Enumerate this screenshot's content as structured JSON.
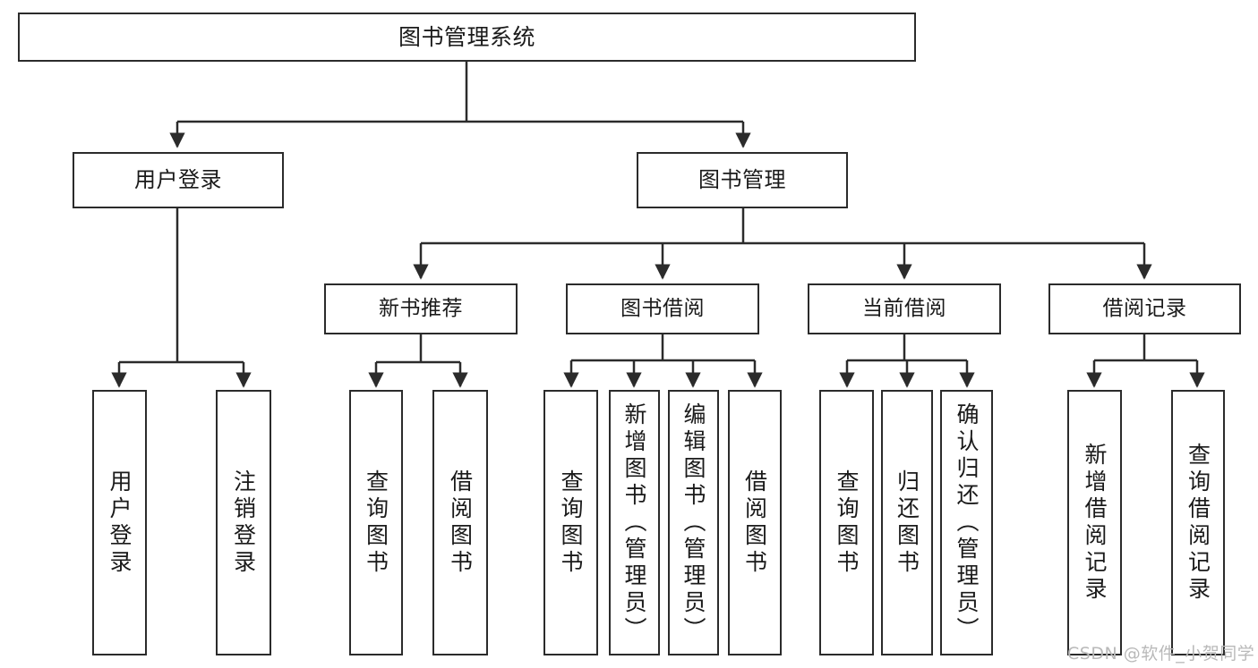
{
  "diagram": {
    "type": "tree-hierarchy",
    "title": "图书管理系统",
    "orientation": "top-down",
    "colors": {
      "box_border": "#2b2b2b",
      "box_fill": "#ffffff",
      "connector": "#2b2b2b",
      "text": "#1a1a1a",
      "watermark": "#b9b9b9",
      "background": "#ffffff"
    },
    "levels": {
      "root": [
        "图书管理系统"
      ],
      "level2": [
        "用户登录",
        "图书管理"
      ],
      "level3": [
        "新书推荐",
        "图书借阅",
        "当前借阅",
        "借阅记录"
      ],
      "leaves": [
        "用户登录",
        "注销登录",
        "查询图书",
        "借阅图书",
        "查询图书",
        "新增图书（管理员）",
        "编辑图书（管理员）",
        "借阅图书",
        "查询图书",
        "归还图书",
        "确认归还（管理员）",
        "新增借阅记录",
        "查询借阅记录"
      ]
    },
    "nodes": {
      "root": {
        "label": "图书管理系统"
      },
      "user_login": {
        "label": "用户登录"
      },
      "book_manage": {
        "label": "图书管理"
      },
      "new_book_rec": {
        "label": "新书推荐"
      },
      "book_borrow": {
        "label": "图书借阅"
      },
      "current_borrow": {
        "label": "当前借阅"
      },
      "borrow_record": {
        "label": "借阅记录"
      },
      "leaf_user_login": {
        "label": "用户登录"
      },
      "leaf_logout": {
        "label": "注销登录"
      },
      "leaf_query_book_1": {
        "label": "查询图书"
      },
      "leaf_borrow_book_1": {
        "label": "借阅图书"
      },
      "leaf_query_book_2": {
        "label": "查询图书"
      },
      "leaf_add_book_admin": {
        "label": "新增图书（管理员）"
      },
      "leaf_edit_book_admin": {
        "label": "编辑图书（管理员）"
      },
      "leaf_borrow_book_2": {
        "label": "借阅图书"
      },
      "leaf_query_book_3": {
        "label": "查询图书"
      },
      "leaf_return_book": {
        "label": "归还图书"
      },
      "leaf_confirm_return_admin": {
        "label": "确认归还（管理员）"
      },
      "leaf_add_record": {
        "label": "新增借阅记录"
      },
      "leaf_query_record": {
        "label": "查询借阅记录"
      }
    },
    "watermark": "CSDN @软件_小贺同学"
  }
}
